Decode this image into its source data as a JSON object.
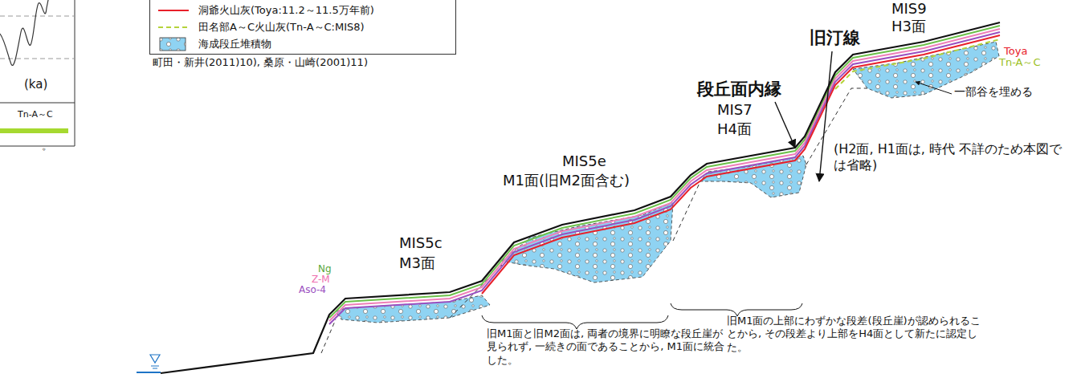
{
  "diagram": {
    "labels": [
      "(ka)",
      "Tn-A～C",
      "。",
      "町田・新井(2011)10), 桑原・山崎(2001)11)",
      "旧汀線",
      "段丘面内縁",
      "MIS9",
      "H3面",
      "Toya",
      "Tn-A～C",
      "一部谷を埋める",
      "MIS7",
      "H4面",
      "(H2面, H1面は, 時代 不詳のため本図では省略)",
      "MIS5e",
      "M1面(旧M2面含む)",
      "MIS5c",
      "M3面",
      "Ng",
      "Z-M",
      "Aso-4",
      "旧M1面の上部にわずかな段差(段丘崖)が認められることから, その段差より上部をH4面として新たに認定した。",
      "旧M1面と旧M2面は, 両者の境界に明瞭な段丘崖が見られず, 一続きの面であることから, M1面に統合した。"
    ],
    "legend": [
      {
        "text": "洞爺火山灰(Toya:11.2～11.5万年前)"
      },
      {
        "text": "田名部A～C火山灰(Tn-A～C:MIS8)"
      },
      {
        "text": "海成段丘堆積物"
      }
    ]
  }
}
